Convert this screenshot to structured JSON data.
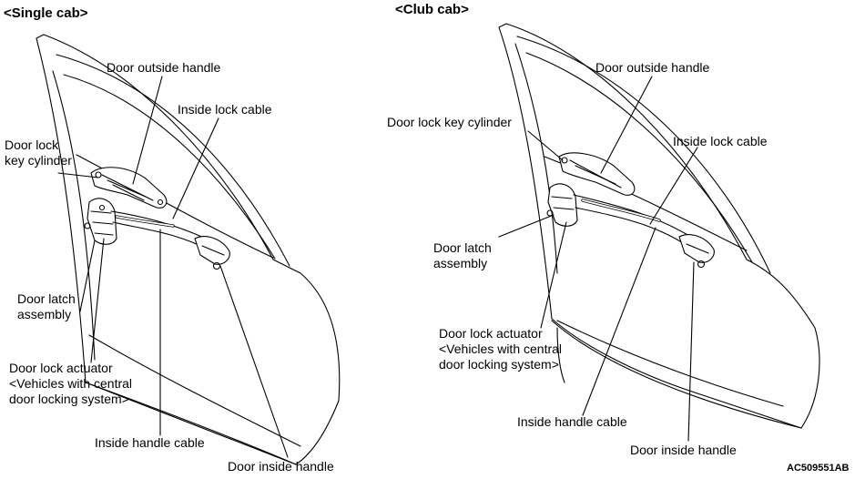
{
  "headings": {
    "single": "<Single cab>",
    "club": "<Club cab>"
  },
  "single_cab": {
    "outside_handle": "Door outside handle",
    "inside_lock_cable": "Inside lock cable",
    "key_cylinder": "Door lock\nkey cylinder",
    "latch_assembly": "Door latch\nassembly",
    "lock_actuator": "Door lock actuator\n<Vehicles with central\ndoor locking system>",
    "inside_handle_cable": "Inside handle cable",
    "inside_handle": "Door inside handle"
  },
  "club_cab": {
    "outside_handle": "Door outside handle",
    "key_cylinder": "Door lock key cylinder",
    "inside_lock_cable": "Inside lock cable",
    "latch_assembly": "Door latch\nassembly",
    "lock_actuator": "Door lock actuator\n<Vehicles with central\ndoor locking system>",
    "inside_handle_cable": "Inside handle cable",
    "inside_handle": "Door inside handle"
  },
  "figure_code": "AC509551AB"
}
